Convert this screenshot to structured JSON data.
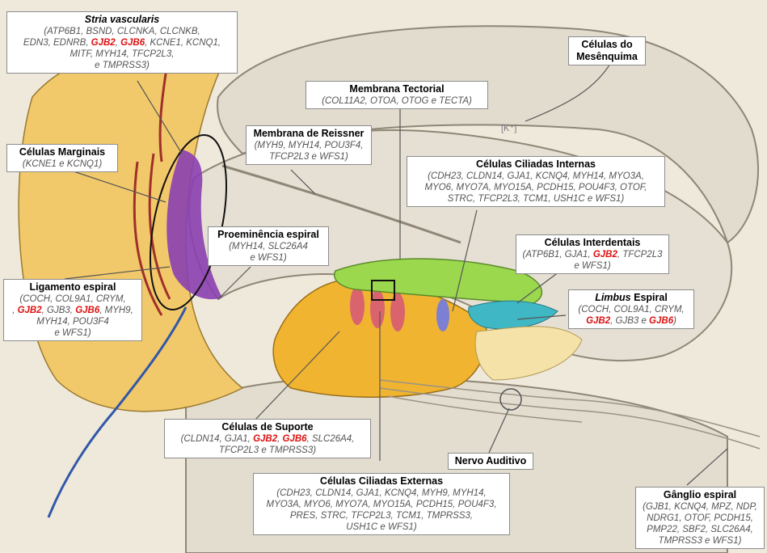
{
  "colors": {
    "highlight_gene": "#dd1111",
    "background": "#f1ece2",
    "tectorial": "#9bd84e",
    "stria": "#8a3fb0",
    "support_cells": "#f0b430",
    "limbus": "#3fb7c4",
    "hair_cells": "#d9646e"
  },
  "k_label": "[K⁺]",
  "labels": {
    "stria": {
      "title": "Stria vascularis",
      "l1": "(ATP6B1, BSND, CLCNKA, CLCNKB,",
      "l2a": "EDN3, EDNRB, ",
      "l2b": "GJB2",
      "l2c": ", ",
      "l2d": "GJB6",
      "l2e": ", KCNE1, KCNQ1,",
      "l3": "MITF, MYH14, TFCP2L3,",
      "l4": "e TMPRSS3)"
    },
    "marginais": {
      "title": "Células Marginais",
      "l1": "(KCNE1 e KCNQ1)"
    },
    "ligamento": {
      "title": "Ligamento espiral",
      "l1": "(COCH, COL9A1, CRYM,",
      "l2a": ", ",
      "l2b": "GJB2",
      "l2c": ", GJB3, ",
      "l2d": "GJB6",
      "l2e": ", MYH9,",
      "l3": "MYH14, POU3F4",
      "l4": "e WFS1)"
    },
    "reissner": {
      "title": "Membrana de Reissner",
      "l1": "(MYH9, MYH14, POU3F4,",
      "l2": "TFCP2L3 e WFS1)"
    },
    "tectorial": {
      "title": "Membrana Tectorial",
      "l1": "(COL11A2, OTOA, OTOG e TECTA)"
    },
    "mesenquima": {
      "title1": "Células do",
      "title2": "Mesênquima"
    },
    "internas": {
      "title": "Células Ciliadas Internas",
      "l1": "(CDH23, CLDN14, GJA1,  KCNQ4, MYH14, MYO3A,",
      "l2": "MYO6, MYO7A, MYO15A, PCDH15, POU4F3, OTOF,",
      "l3": "STRC, TFCP2L3, TCM1, USH1C e WFS1)"
    },
    "proeminencia": {
      "title": "Proeminência espiral",
      "l1": "(MYH14, SLC26A4",
      "l2": "e WFS1)"
    },
    "interdentais": {
      "title": "Células Interdentais",
      "l1a": "(ATP6B1, GJA1, ",
      "l1b": "GJB2",
      "l1c": ", TFCP2L3",
      "l2": "e WFS1)"
    },
    "limbus": {
      "title_i": "Limbus",
      "title_r": " Espiral",
      "l1": "(COCH, COL9A1, CRYM,",
      "l2a": "GJB2",
      "l2b": ", GJB3 e ",
      "l2c": "GJB6",
      "l2d": ")"
    },
    "suporte": {
      "title": "Células de Suporte",
      "l1a": "(CLDN14, GJA1, ",
      "l1b": "GJB2",
      "l1c": ", ",
      "l1d": "GJB6",
      "l1e": ", SLC26A4,",
      "l2": "TFCP2L3 e TMPRSS3)"
    },
    "nervo": {
      "title": "Nervo Auditivo"
    },
    "externas": {
      "title": "Células Ciliadas Externas",
      "l1": "(CDH23, CLDN14, GJA1, KCNQ4, MYH9, MYH14,",
      "l2": "MYO3A, MYO6, MYO7A, MYO15A, PCDH15, POU4F3,",
      "l3": "PRES, STRC, TFCP2L3, TCM1, TMPRSS3,",
      "l4": "USH1C e WFS1)"
    },
    "ganglio": {
      "title": "Gânglio espiral",
      "l1": "(GJB1, KCNQ4, MPZ, NDP,",
      "l2": "NDRG1, OTOF, PCDH15,",
      "l3": "PMP22, SBF2, SLC26A4,",
      "l4": "TMPRSS3 e WFS1)"
    }
  }
}
